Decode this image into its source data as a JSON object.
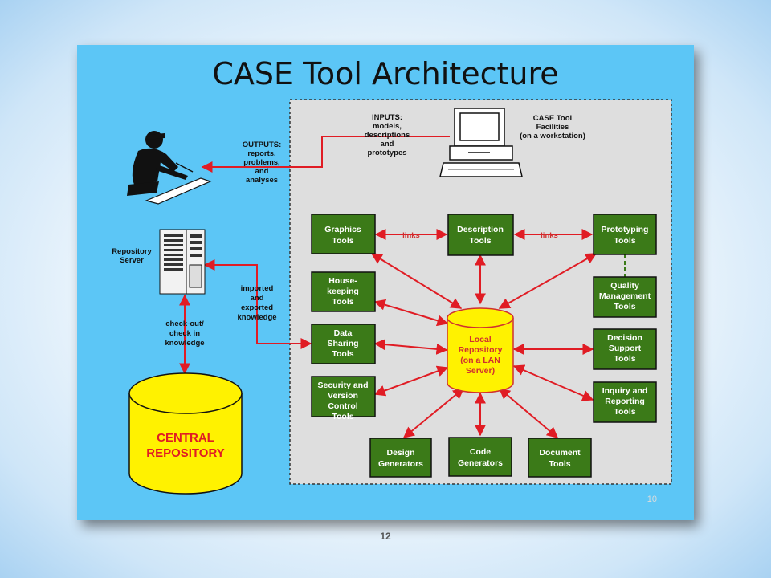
{
  "slide": {
    "title": "CASE Tool Architecture",
    "inner_page_number": "10",
    "footer_page_number": "12"
  },
  "colors": {
    "slide_bg": "#5cc6f6",
    "tool_box": "#3b7a18",
    "arrow": "#e01c24",
    "repository_fill": "#fff200",
    "central_text": "#e01c24"
  },
  "labels": {
    "inputs": [
      "INPUTS:",
      "models,",
      "descriptions",
      "and",
      "prototypes"
    ],
    "outputs": [
      "OUTPUTS:",
      "reports,",
      "problems,",
      "and",
      "analyses"
    ],
    "case_facilities": [
      "CASE Tool",
      "Facilities",
      "(on a workstation)"
    ],
    "repository_server": [
      "Repository",
      "Server"
    ],
    "imported": [
      "imported",
      "and",
      "exported",
      "knowledge"
    ],
    "checkout": [
      "check-out/",
      "check in",
      "knowledge"
    ],
    "links_left": "links",
    "links_right": "links"
  },
  "tools": {
    "graphics": [
      "Graphics",
      "Tools"
    ],
    "description": [
      "Description",
      "Tools"
    ],
    "prototyping": [
      "Prototyping",
      "Tools"
    ],
    "housekeeping": [
      "House-",
      "keeping",
      "Tools"
    ],
    "quality": [
      "Quality",
      "Management",
      "Tools"
    ],
    "data_sharing": [
      "Data",
      "Sharing",
      "Tools"
    ],
    "decision": [
      "Decision",
      "Support",
      "Tools"
    ],
    "security": [
      "Security and",
      "Version",
      "Control",
      "Tools"
    ],
    "inquiry": [
      "Inquiry and",
      "Reporting",
      "Tools"
    ],
    "design": [
      "Design",
      "Generators"
    ],
    "code": [
      "Code",
      "Generators"
    ],
    "document": [
      "Document",
      "Tools"
    ]
  },
  "local_repository": [
    "Local",
    "Repository",
    "(on a LAN",
    "Server)"
  ],
  "central_repository": [
    "CENTRAL",
    "REPOSITORY"
  ]
}
